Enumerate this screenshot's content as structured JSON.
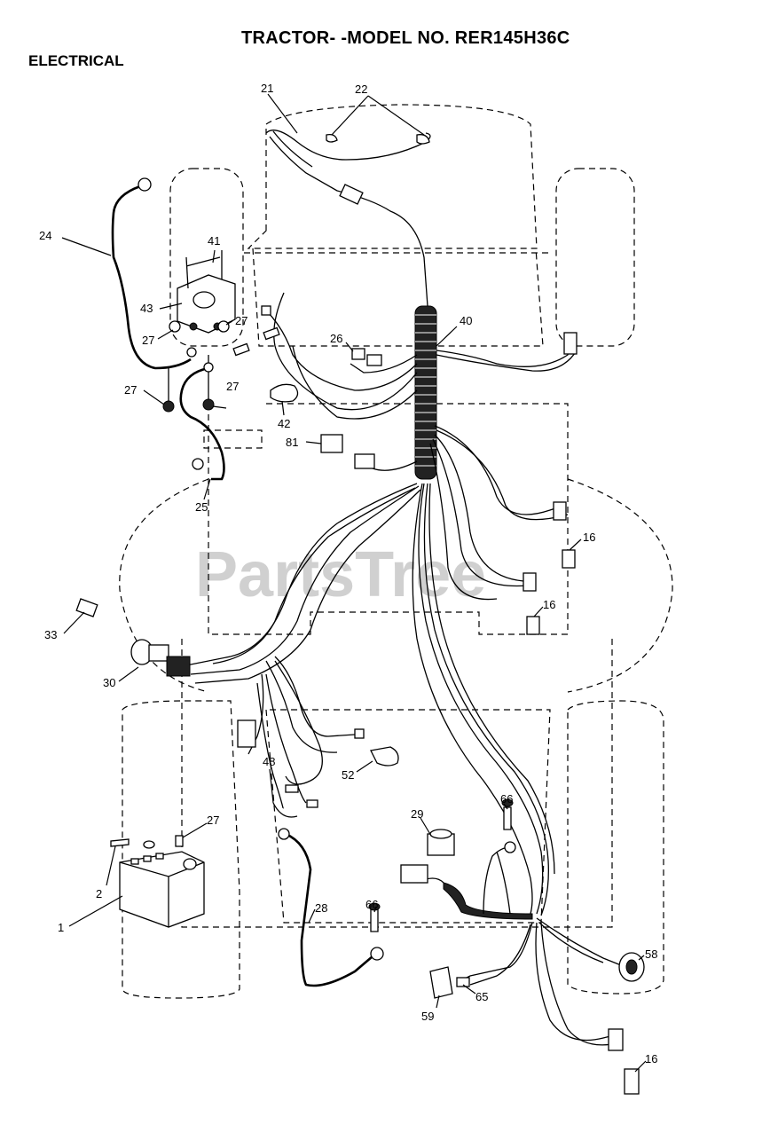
{
  "header": {
    "title": "TRACTOR- -MODEL NO. RER145H36C",
    "section": "ELECTRICAL"
  },
  "watermark": "PartsTree",
  "callouts": [
    "21",
    "22",
    "24",
    "41",
    "43",
    "27",
    "27",
    "27",
    "27",
    "40",
    "26",
    "42",
    "81",
    "25",
    "16",
    "16",
    "33",
    "30",
    "48",
    "52",
    "29",
    "66",
    "27",
    "2",
    "1",
    "28",
    "66",
    "58",
    "59",
    "65",
    "16"
  ]
}
